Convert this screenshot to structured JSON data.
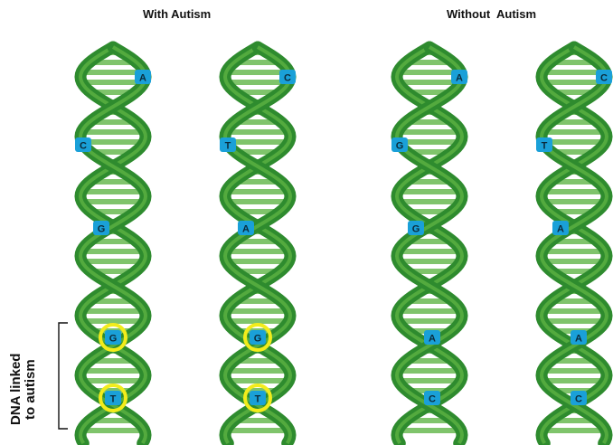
{
  "headings": {
    "with_autism": "With Autism",
    "without_autism": "Without  Autism"
  },
  "side_label": {
    "line1": "DNA linked",
    "line2": "to autism"
  },
  "colors": {
    "strand_dark": "#2e8b2e",
    "strand_light": "#6cc04a",
    "rung": "#54b03a",
    "base_highlight": "#1aa0d8",
    "circle": "#f2ec1b"
  },
  "helices": [
    {
      "group": "with_autism",
      "bases": [
        {
          "letter": "A",
          "color": "highlight"
        },
        {
          "letter": "C",
          "color": "highlight"
        },
        {
          "letter": "G",
          "color": "highlight"
        },
        {
          "letter": "G",
          "color": "highlight",
          "circled": true
        },
        {
          "letter": "T",
          "color": "highlight",
          "circled": true
        }
      ]
    },
    {
      "group": "with_autism",
      "bases": [
        {
          "letter": "C",
          "color": "highlight"
        },
        {
          "letter": "T",
          "color": "highlight"
        },
        {
          "letter": "A",
          "color": "highlight"
        },
        {
          "letter": "G",
          "color": "highlight",
          "circled": true
        },
        {
          "letter": "T",
          "color": "highlight",
          "circled": true
        }
      ]
    },
    {
      "group": "without_autism",
      "bases": [
        {
          "letter": "A",
          "color": "highlight"
        },
        {
          "letter": "G",
          "color": "highlight"
        },
        {
          "letter": "G",
          "color": "highlight"
        },
        {
          "letter": "A",
          "color": "highlight"
        },
        {
          "letter": "C",
          "color": "highlight"
        }
      ]
    },
    {
      "group": "without_autism",
      "bases": [
        {
          "letter": "C",
          "color": "highlight"
        },
        {
          "letter": "T",
          "color": "highlight"
        },
        {
          "letter": "A",
          "color": "highlight"
        },
        {
          "letter": "A",
          "color": "highlight"
        },
        {
          "letter": "C",
          "color": "highlight"
        }
      ]
    }
  ]
}
